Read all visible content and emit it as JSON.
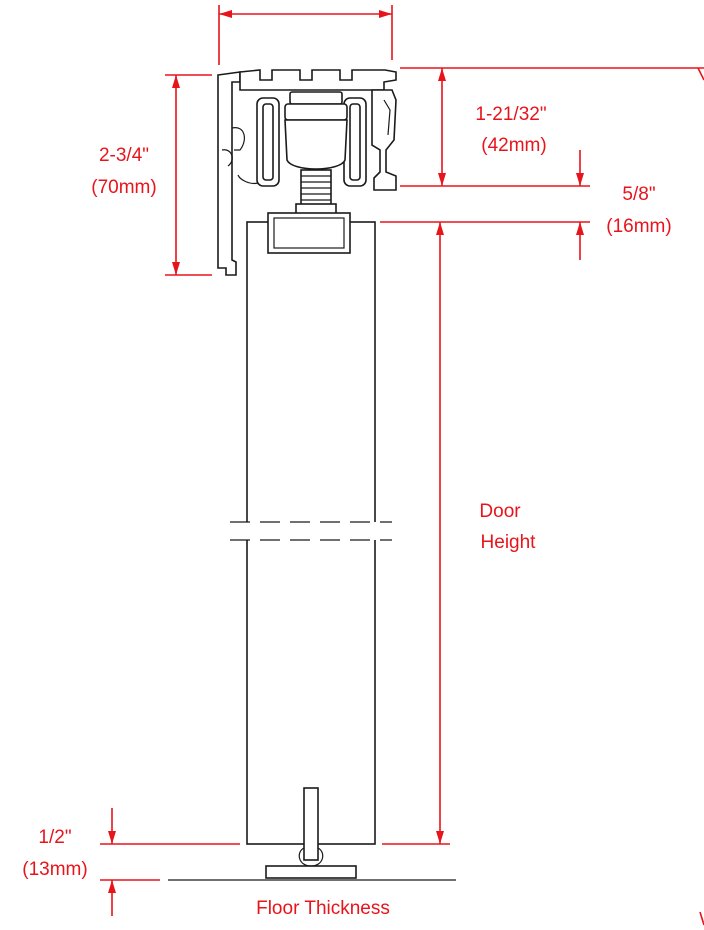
{
  "colors": {
    "dimension": "#e8141b",
    "outline": "#1a1a1a",
    "background": "#ffffff"
  },
  "dimensions": {
    "track_height": {
      "imperial": "2-3/4\"",
      "metric": "(70mm)"
    },
    "track_to_carrier": {
      "imperial": "1-21/32\"",
      "metric": "(42mm)"
    },
    "carrier_gap": {
      "imperial": "5/8\"",
      "metric": "(16mm)"
    },
    "door_height": {
      "line1": "Door",
      "line2": "Height"
    },
    "floor_gap": {
      "imperial": "1/2\"",
      "metric": "(13mm)"
    },
    "floor_thickness": {
      "label": "Floor Thickness"
    }
  }
}
